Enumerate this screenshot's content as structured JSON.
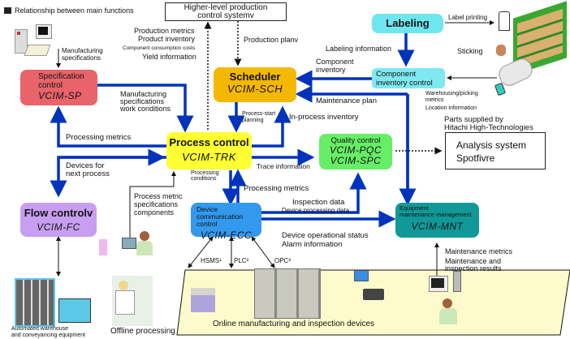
{
  "header": {
    "title": "Relationship between main functions"
  },
  "external": {
    "higher_level": [
      "Higher-level production",
      "control systemv"
    ],
    "analysis": [
      "Analysis system",
      "Spotfivre"
    ],
    "parts_supplied": [
      "Parts supplied by",
      "Hitachi High-Technologies"
    ]
  },
  "modules": {
    "spec": {
      "title": [
        "Specification",
        "control"
      ],
      "code": "VCIM-SP",
      "color": "#e8646a"
    },
    "scheduler": {
      "title": "Scheduler",
      "code": "VCIM-SCH",
      "color": "#f5b800"
    },
    "labeling": {
      "title": "Labeling",
      "color": "#6ee6f0"
    },
    "component_inv": {
      "title": [
        "Component",
        "inventory control"
      ],
      "color": "#7fe8f0"
    },
    "process": {
      "title": "Process control",
      "code": "VCIM-TRK",
      "color": "#ffff33"
    },
    "quality": {
      "title": "Quality control",
      "code1": "VCIM-PQC",
      "code2": "VCIM-SPC",
      "color": "#66ee66"
    },
    "flow": {
      "title": "Flow controlv",
      "code": "VCIM-FC",
      "color": "#c89ef0"
    },
    "device": {
      "title": [
        "Device communication",
        "control"
      ],
      "code": "VCIM-ECC",
      "color": "#3399ee"
    },
    "maintenance": {
      "title": [
        "Equipment",
        "maintenance management"
      ],
      "code": "VCIM-MNT",
      "color": "#119999"
    }
  },
  "labels": {
    "manufacturing_specs": [
      "Manufacturing",
      "specifications"
    ],
    "production_metrics": "Production metrics",
    "product_inventory": "Product inventory",
    "component_costs": "Component consumption costs",
    "yield": "Yield information",
    "production_plan": "Production planv",
    "label_printing": "Label printing",
    "labeling_info": "Labeling information",
    "sticking": "Sticking",
    "component_inventory": [
      "Component",
      "inventory"
    ],
    "warehousing": [
      "Warehousing/picking",
      "metrics"
    ],
    "location_info": "Location information",
    "maintenance_plan": "Maintenance plan",
    "in_process_inventory": "In-process inventory",
    "mfg_work_conditions": [
      "Manufacturing",
      "specifications",
      "work conditions"
    ],
    "process_start": [
      "Process-start",
      "planning"
    ],
    "processing_metrics_left": "Processing metrics",
    "devices_next": [
      "Devices for",
      "next process"
    ],
    "trace_info": "Trace information",
    "processing_conditions": [
      "Processing",
      "conditions"
    ],
    "process_metric_specs": [
      "Process metric",
      "specifications",
      "components"
    ],
    "processing_metrics_mid": "Processing metrics",
    "inspection_data": "Inspection data",
    "device_processing_data": "Device processing data",
    "device_status": [
      "Device operational status",
      "Alarm information"
    ],
    "hsms": "HSMS¹",
    "plc": "PLC²",
    "opc": "OPC³",
    "online_devices": "Online manufacturing and inspection devices",
    "maintenance_metrics": "Maintenance metrics",
    "maintenance_results": [
      "Maintenance and",
      "inspection results"
    ],
    "automated_warehouse": [
      "Automated warehouse",
      "and conveyancing equipment"
    ],
    "offline_processing": "Offline processing"
  },
  "colors": {
    "arrow_blue": "#0033bb",
    "online_area": "#fdfbcc"
  }
}
